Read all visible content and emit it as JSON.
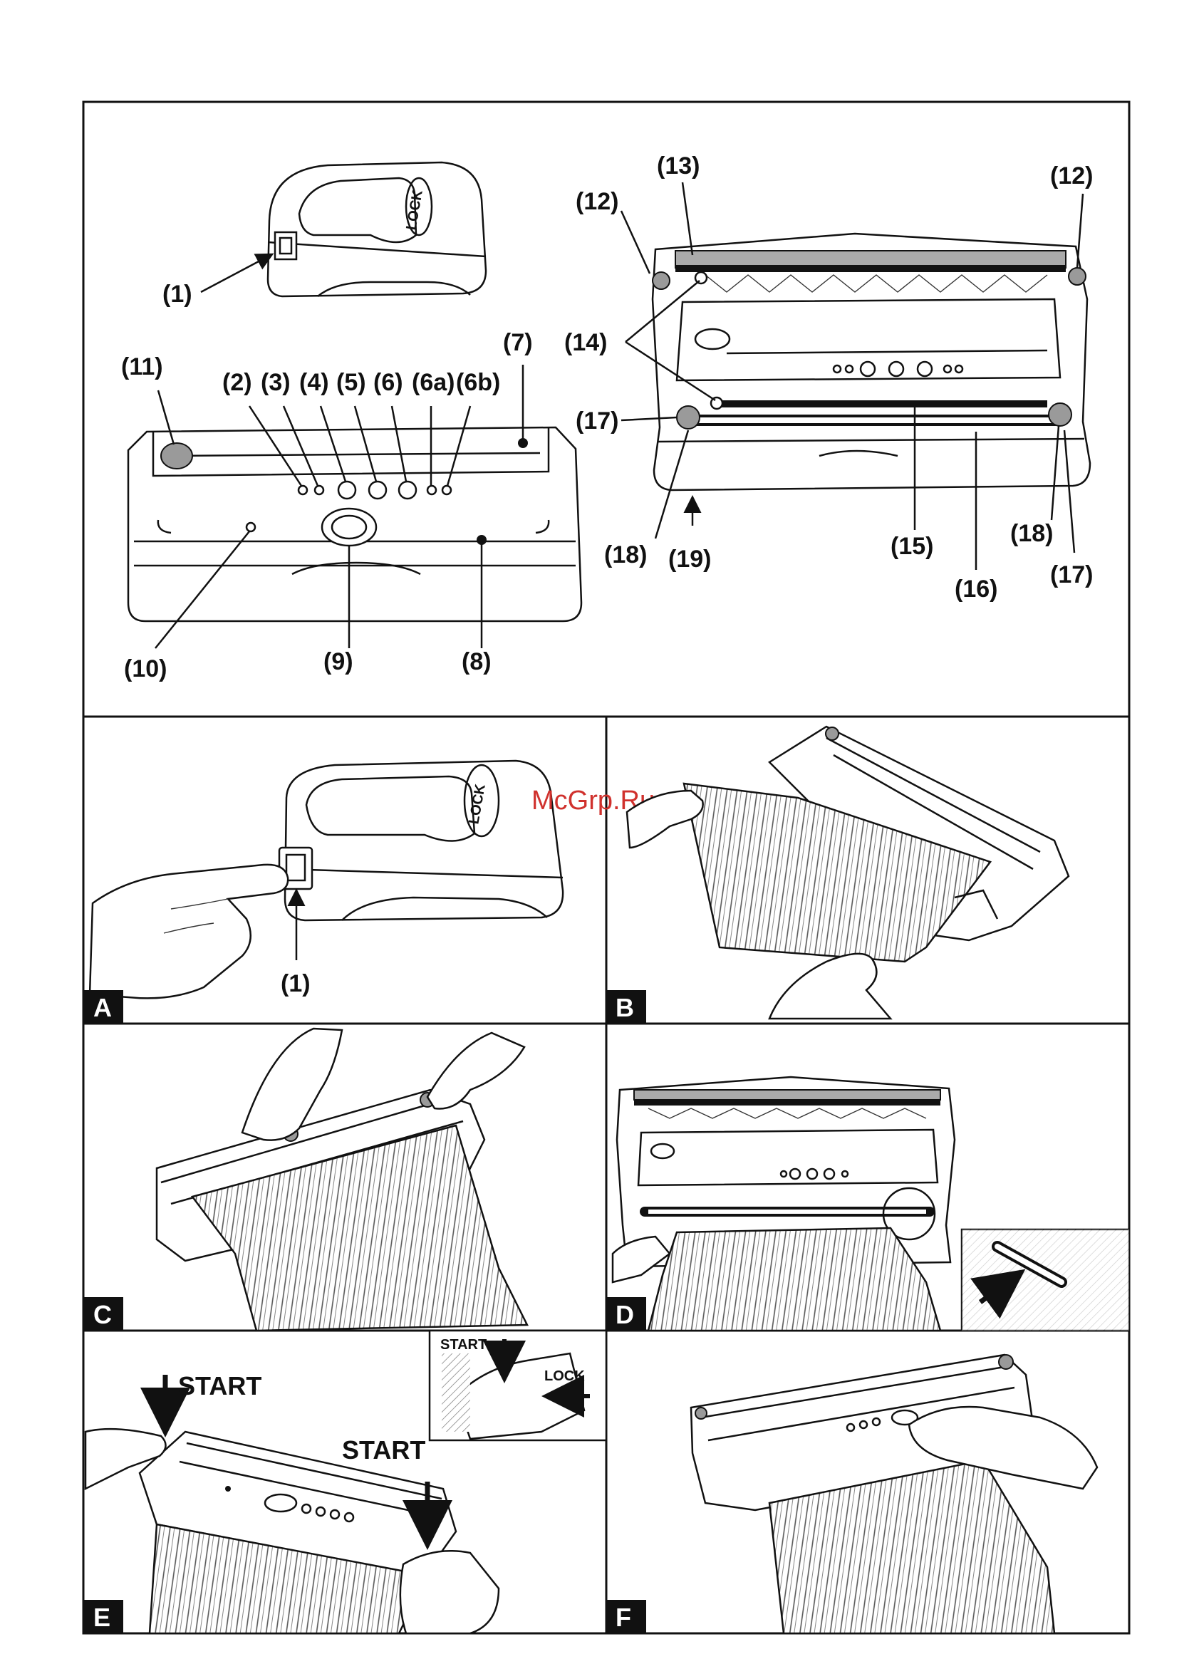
{
  "overview_labels": {
    "l1": "(1)",
    "l2": "(2)",
    "l3": "(3)",
    "l4": "(4)",
    "l5": "(5)",
    "l6": "(6)",
    "l6a": "(6a)",
    "l6b": "(6b)",
    "l7": "(7)",
    "l8": "(8)",
    "l9": "(9)",
    "l10": "(10)",
    "l11": "(11)",
    "l12a": "(12)",
    "l12b": "(12)",
    "l13": "(13)",
    "l14": "(14)",
    "l15": "(15)",
    "l16": "(16)",
    "l17a": "(17)",
    "l17b": "(17)",
    "l18a": "(18)",
    "l18b": "(18)",
    "l19": "(19)"
  },
  "panels": {
    "a": {
      "tag": "A",
      "label": "(1)"
    },
    "b": {
      "tag": "B"
    },
    "c": {
      "tag": "C"
    },
    "d": {
      "tag": "D"
    },
    "e": {
      "tag": "E",
      "start1": "START",
      "start2": "START",
      "inset_start": "START",
      "inset_lock": "LOCK"
    },
    "f": {
      "tag": "F"
    }
  },
  "device": {
    "lock_text": "LOCK"
  },
  "watermark": "McGrp.Ru"
}
